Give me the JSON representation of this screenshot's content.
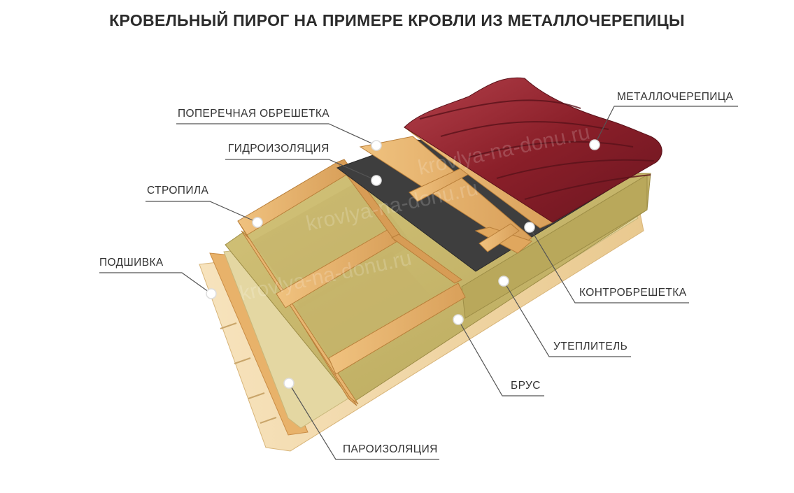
{
  "title": "КРОВЕЛЬНЫЙ ПИРОГ НА ПРИМЕРЕ КРОВЛИ ИЗ МЕТАЛЛОЧЕРЕПИЦЫ",
  "watermark": "krovlya-na-donu.ru",
  "colors": {
    "wood": "#e7b26b",
    "wood_dark": "#c98c45",
    "insulation": "#c9b968",
    "insulation_dark": "#a8984e",
    "membrane": "#3e3e3e",
    "tile": "#8a1f29",
    "tile_light": "#b3404a",
    "board": "#f2d6a6",
    "leader": "#555555"
  },
  "labels": {
    "metal_tile": "МЕТАЛЛОЧЕРЕПИЦА",
    "cross_batten": "ПОПЕРЕЧНАЯ ОБРЕШЕТКА",
    "waterproofing": "ГИДРОИЗОЛЯЦИЯ",
    "rafters": "СТРОПИЛА",
    "lining": "ПОДШИВКА",
    "counter_batten": "КОНТРОБРЕШЕТКА",
    "insulation": "УТЕПЛИТЕЛЬ",
    "beam": "БРУС",
    "vapor_barrier": "ПАРОИЗОЛЯЦИЯ"
  }
}
